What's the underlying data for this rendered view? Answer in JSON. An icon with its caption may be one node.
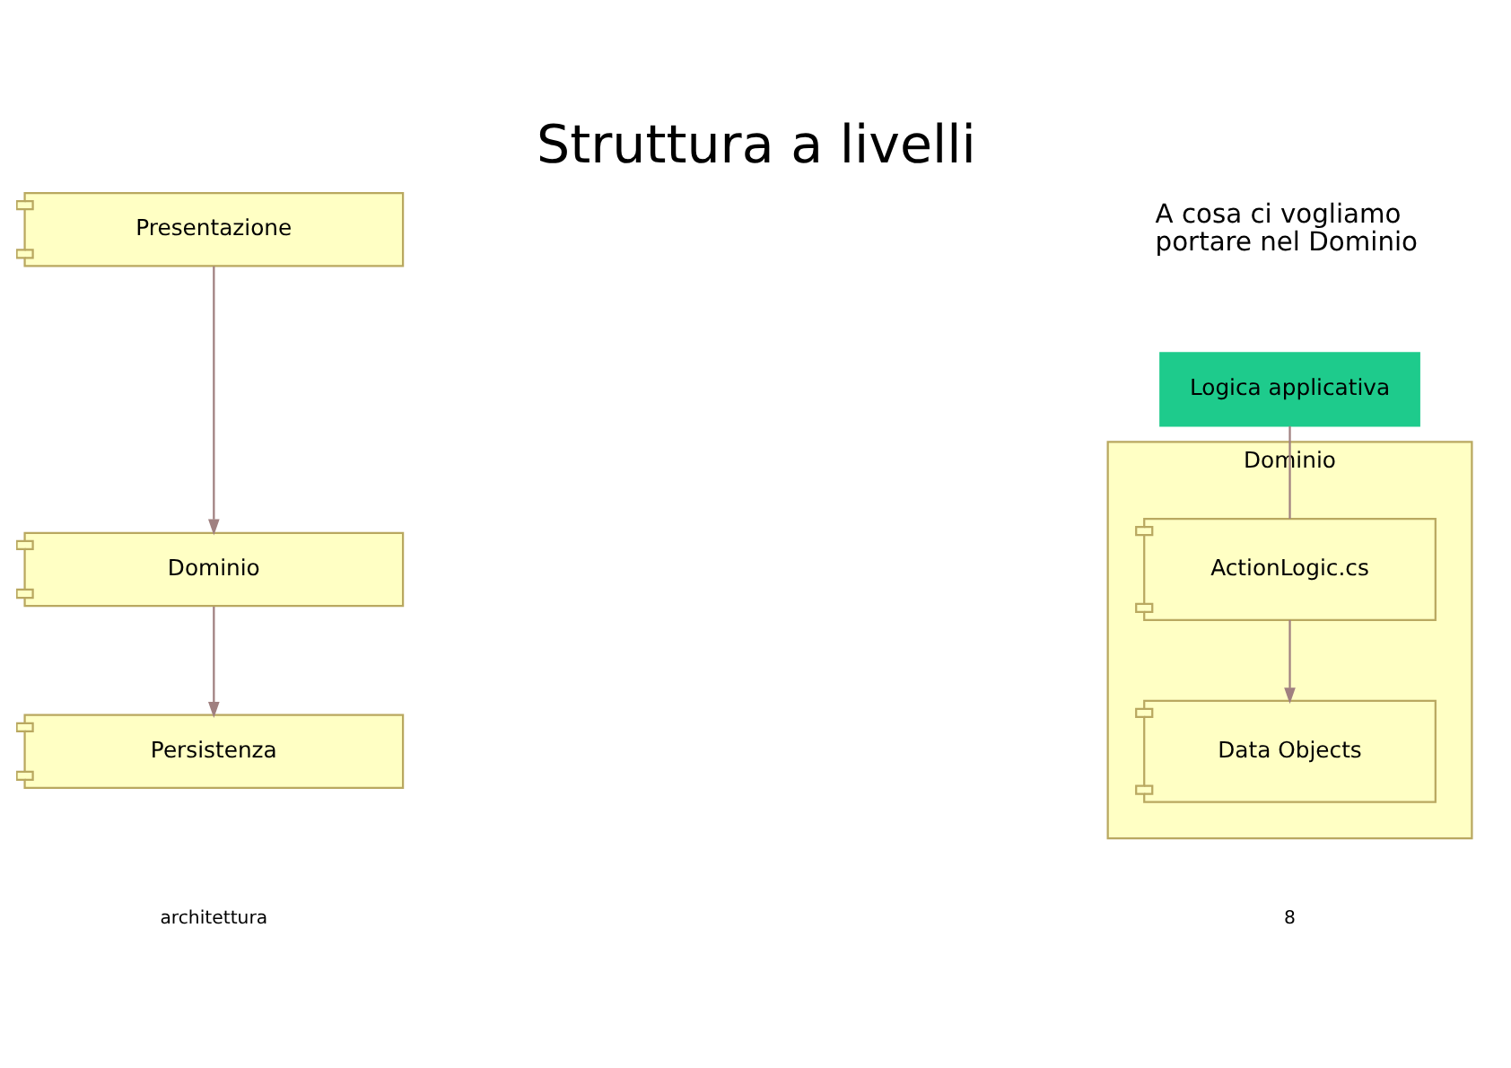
{
  "diagram": {
    "title": "Struttura a livelli",
    "nodes": [
      {
        "text": [
          "Presentazione"
        ]
      },
      {
        "text": [
          "Dominio"
        ]
      },
      {
        "text": [
          "Persistenza"
        ]
      },
      {
        "text": [
          "Logica applicativa"
        ]
      },
      {
        "text": [
          "Dominio"
        ]
      },
      {
        "text": [
          "ActionLogic.cs"
        ],
        "in": 4
      },
      {
        "text": [
          "Data Objects"
        ],
        "in": 4
      }
    ],
    "edges": [
      {
        "from": 0,
        "to": 1,
        "arrow": "to"
      },
      {
        "from": 1,
        "to": 2,
        "arrow": "to"
      },
      {
        "from": 3,
        "to": 5,
        "arrow": "none"
      },
      {
        "from": 5,
        "to": 6,
        "arrow": "to"
      }
    ],
    "labels": [
      "A cosa ci vogliamo portare nel Dominio",
      "architettura",
      "8"
    ]
  }
}
